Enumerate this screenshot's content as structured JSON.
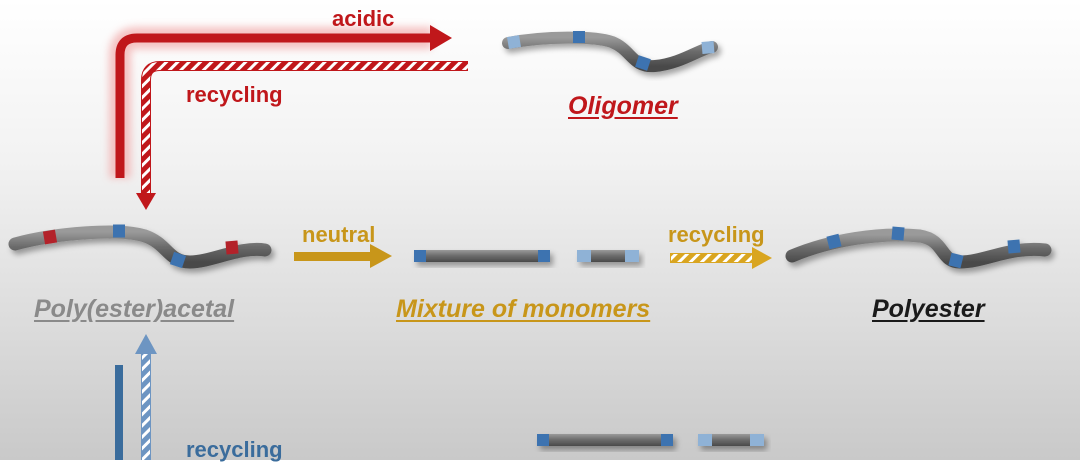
{
  "labels": {
    "acidic": "acidic",
    "recycling_top": "recycling",
    "oligomer": "Oligomer",
    "neutral": "neutral",
    "recycling_mid": "recycling",
    "polyesteracetal": "Poly(ester)acetal",
    "mixture": "Mixture of monomers",
    "polyester": "Polyester",
    "recycling_bottom": "recycling"
  },
  "colors": {
    "acidic": "#c0171b",
    "neutral": "#c8961a",
    "basic": "#3a6c9c",
    "chain": "#707070",
    "ester_unit": "#3d73b0",
    "acetal_unit": "#b3202a",
    "light_unit": "#8fb2d6"
  }
}
